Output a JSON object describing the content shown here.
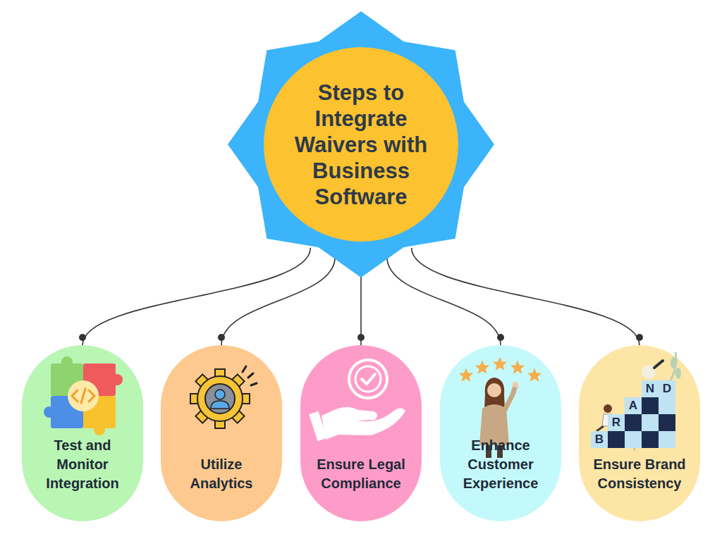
{
  "diagram": {
    "nodes": [
      {
        "text": [
          "Steps to Integrate Waivers with Business Software"
        ]
      },
      {
        "text": [
          "Test and Monitor Integration"
        ]
      },
      {
        "text": [
          "Utilize Analytics"
        ]
      },
      {
        "text": [
          "Ensure Legal Compliance"
        ]
      },
      {
        "text": [
          "Enhance Customer Experience"
        ]
      },
      {
        "text": [
          "Ensure Brand Consistency"
        ]
      }
    ],
    "edges": [
      {
        "from": 0,
        "to": 1,
        "arrow": "none"
      },
      {
        "from": 0,
        "to": 2,
        "arrow": "none"
      },
      {
        "from": 0,
        "to": 3,
        "arrow": "none"
      },
      {
        "from": 0,
        "to": 4,
        "arrow": "none"
      },
      {
        "from": 0,
        "to": 5,
        "arrow": "none"
      }
    ],
    "labels": [
      "B",
      "R",
      "A",
      "N",
      "D"
    ]
  }
}
